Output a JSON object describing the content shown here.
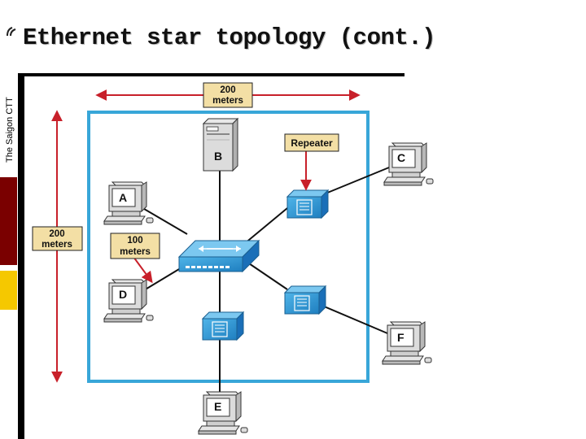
{
  "slide": {
    "title": "Ethernet star topology (cont.)",
    "side_label": "The Saigon CTT"
  },
  "diagram": {
    "labels": {
      "top_distance": [
        "200",
        "meters"
      ],
      "left_distance": [
        "200",
        "meters"
      ],
      "link_distance": [
        "100",
        "meters"
      ],
      "repeater": "Repeater"
    },
    "nodes": {
      "server": "B",
      "pc_a": "A",
      "pc_c": "C",
      "pc_d": "D",
      "pc_e": "E",
      "pc_f": "F"
    },
    "colors": {
      "boundary": "#38a6d8",
      "arrow": "#c8202a",
      "label_fill": "#f3dfa5",
      "device_blue": "#1f8fd0",
      "hub_blue": "#1a6fb8"
    }
  }
}
